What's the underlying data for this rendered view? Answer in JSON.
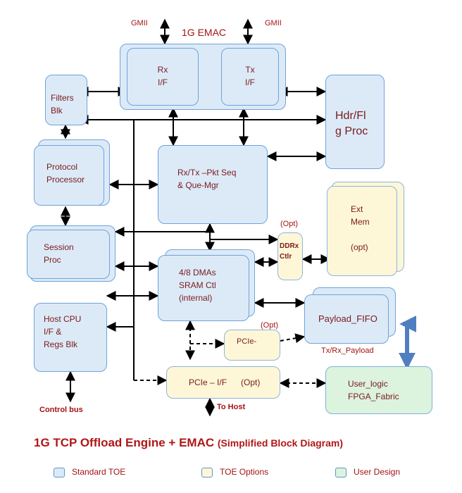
{
  "emac": {
    "title": "1G EMAC",
    "rx": "Rx\nI/F",
    "tx": "Tx\nI/F",
    "gmii_left": "GMII",
    "gmii_right": "GMII"
  },
  "blocks": {
    "filters": "Filters\nBlk",
    "hdr": "Hdr/Fl\ng Proc",
    "protocol": "Protocol\nProcessor",
    "pktseq": "Rx/Tx –Pkt Seq\n&      Que-Mgr",
    "session": "Session\nProc",
    "dma": "4/8 DMAs\nSRAM Ctl\n(internal)",
    "hostcpu": "Host CPU\nI/F  &\nRegs Blk",
    "extmem": "Ext\nMem\n\n(opt)",
    "ddrx": "DDRx\nCtlr",
    "ddrx_opt": "(Opt)",
    "payload": "Payload_FIFO",
    "pcie_small": "PCIe-\nDMA",
    "pcie_small_opt": "(Opt)",
    "pcie_if": "PCIe – I/F      (Opt)",
    "user_logic": "User_logic\nFPGA_Fabric"
  },
  "labels": {
    "control_bus": "Control bus",
    "to_host": "To Host",
    "txrx_payload": "Tx/Rx_Payload"
  },
  "title": {
    "main": "1G TCP Offload Engine + EMAC",
    "sub": "(Simplified Block Diagram)"
  },
  "legend": [
    {
      "label": "Standard TOE",
      "color": "#dceaf8"
    },
    {
      "label": "TOE Options",
      "color": "#fdf7d8"
    },
    {
      "label": "User Design",
      "color": "#dcf3de"
    }
  ],
  "colors": {
    "wire": "#000000",
    "label_red": "#a11414",
    "user_arrow": "#4f7fc1"
  }
}
